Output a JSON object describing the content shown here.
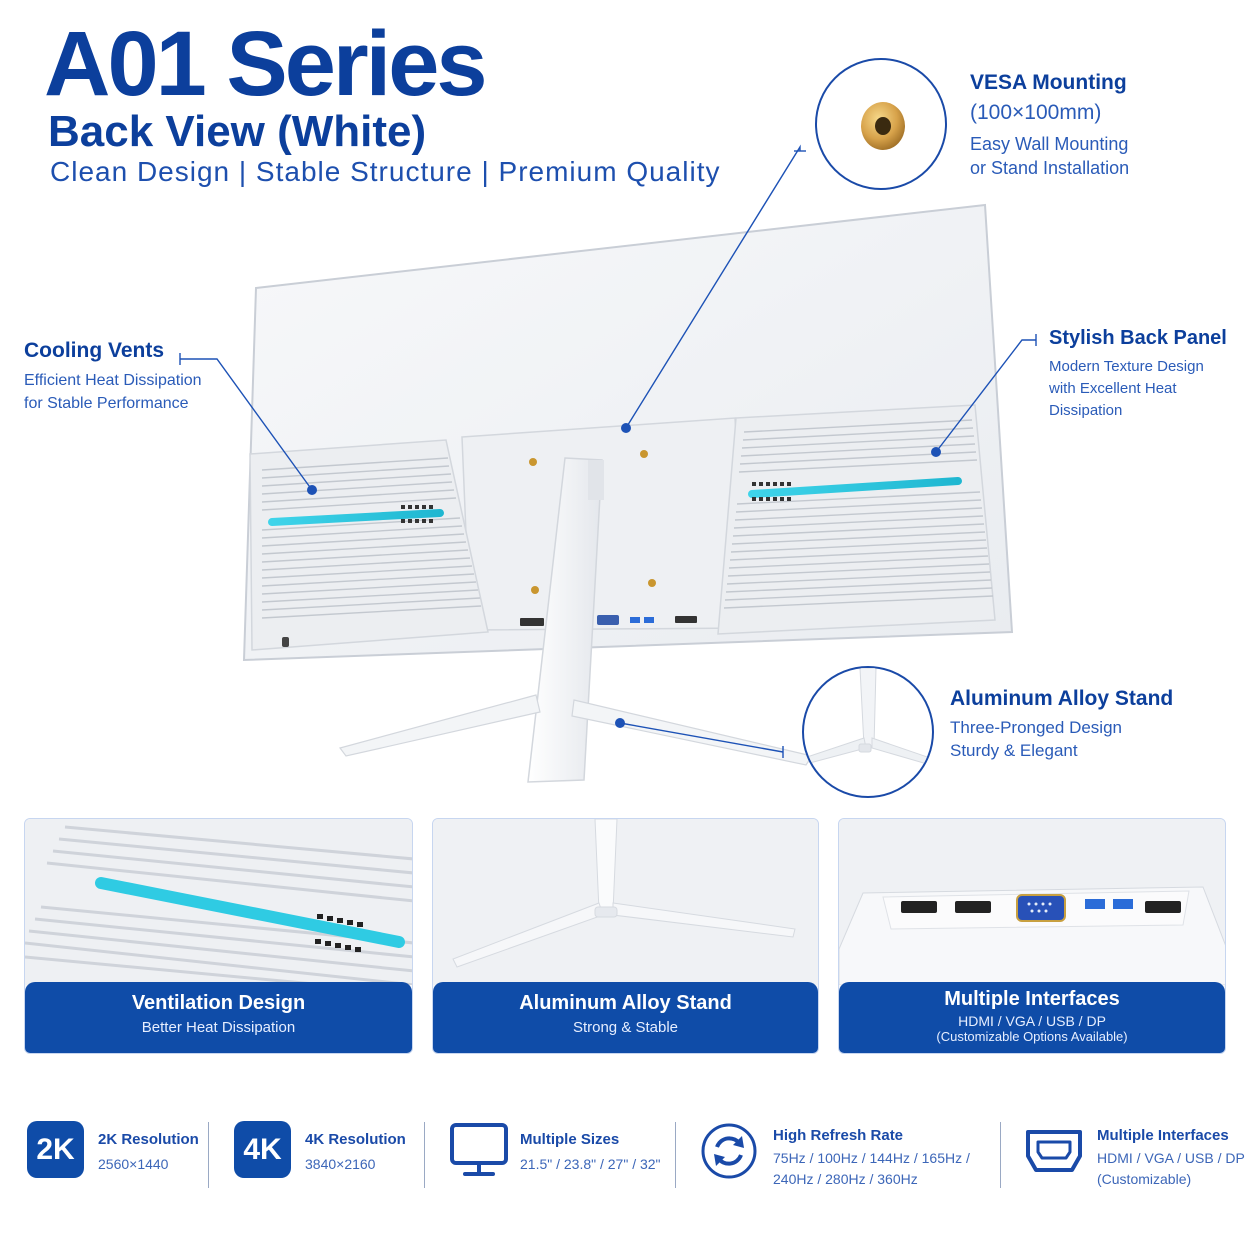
{
  "header": {
    "title": "A01 Series",
    "subtitle": "Back View (White)",
    "tagline": "Clean Design | Stable Structure | Premium Quality"
  },
  "callouts": {
    "vesa": {
      "title": "VESA Mounting",
      "size": "(100×100mm)",
      "line1": "Easy Wall Mounting",
      "line2": "or Stand Installation"
    },
    "cooling": {
      "title": "Cooling Vents",
      "line1": "Efficient Heat Dissipation",
      "line2": "for Stable Performance"
    },
    "back_panel": {
      "title": "Stylish Back Panel",
      "line1": "Modern Texture Design",
      "line2": "with Excellent Heat Dissipation"
    },
    "stand": {
      "title": "Aluminum Alloy Stand",
      "line1": "Three-Pronged Design",
      "line2": "Sturdy & Elegant"
    }
  },
  "cards": [
    {
      "title": "Ventilation Design",
      "sub": "Better Heat Dissipation"
    },
    {
      "title": "Aluminum Alloy Stand",
      "sub": "Strong & Stable"
    },
    {
      "title": "Multiple Interfaces",
      "sub": "HDMI / VGA / USB / DP",
      "sub2": "(Customizable Options Available)"
    }
  ],
  "specs": {
    "res2k": {
      "badge": "2K",
      "title": "2K Resolution",
      "value": "2560×1440"
    },
    "res4k": {
      "badge": "4K",
      "title": "4K Resolution",
      "value": "3840×2160"
    },
    "sizes": {
      "icon": "monitor-icon",
      "title": "Multiple Sizes",
      "value": "21.5\" / 23.8\" / 27\" / 32\""
    },
    "refresh": {
      "icon": "refresh-icon",
      "title": "High Refresh Rate",
      "line1": "75Hz / 100Hz / 144Hz / 165Hz /",
      "line2": "240Hz / 280Hz / 360Hz"
    },
    "interfaces": {
      "icon": "hdmi-port-icon",
      "title": "Multiple Interfaces",
      "line1": "HDMI / VGA / USB / DP",
      "line2": "(Customizable)"
    }
  },
  "colors": {
    "brand_blue": "#0f4ca8",
    "accent_cyan": "#27c6de",
    "line_blue": "#1a4aa8"
  }
}
